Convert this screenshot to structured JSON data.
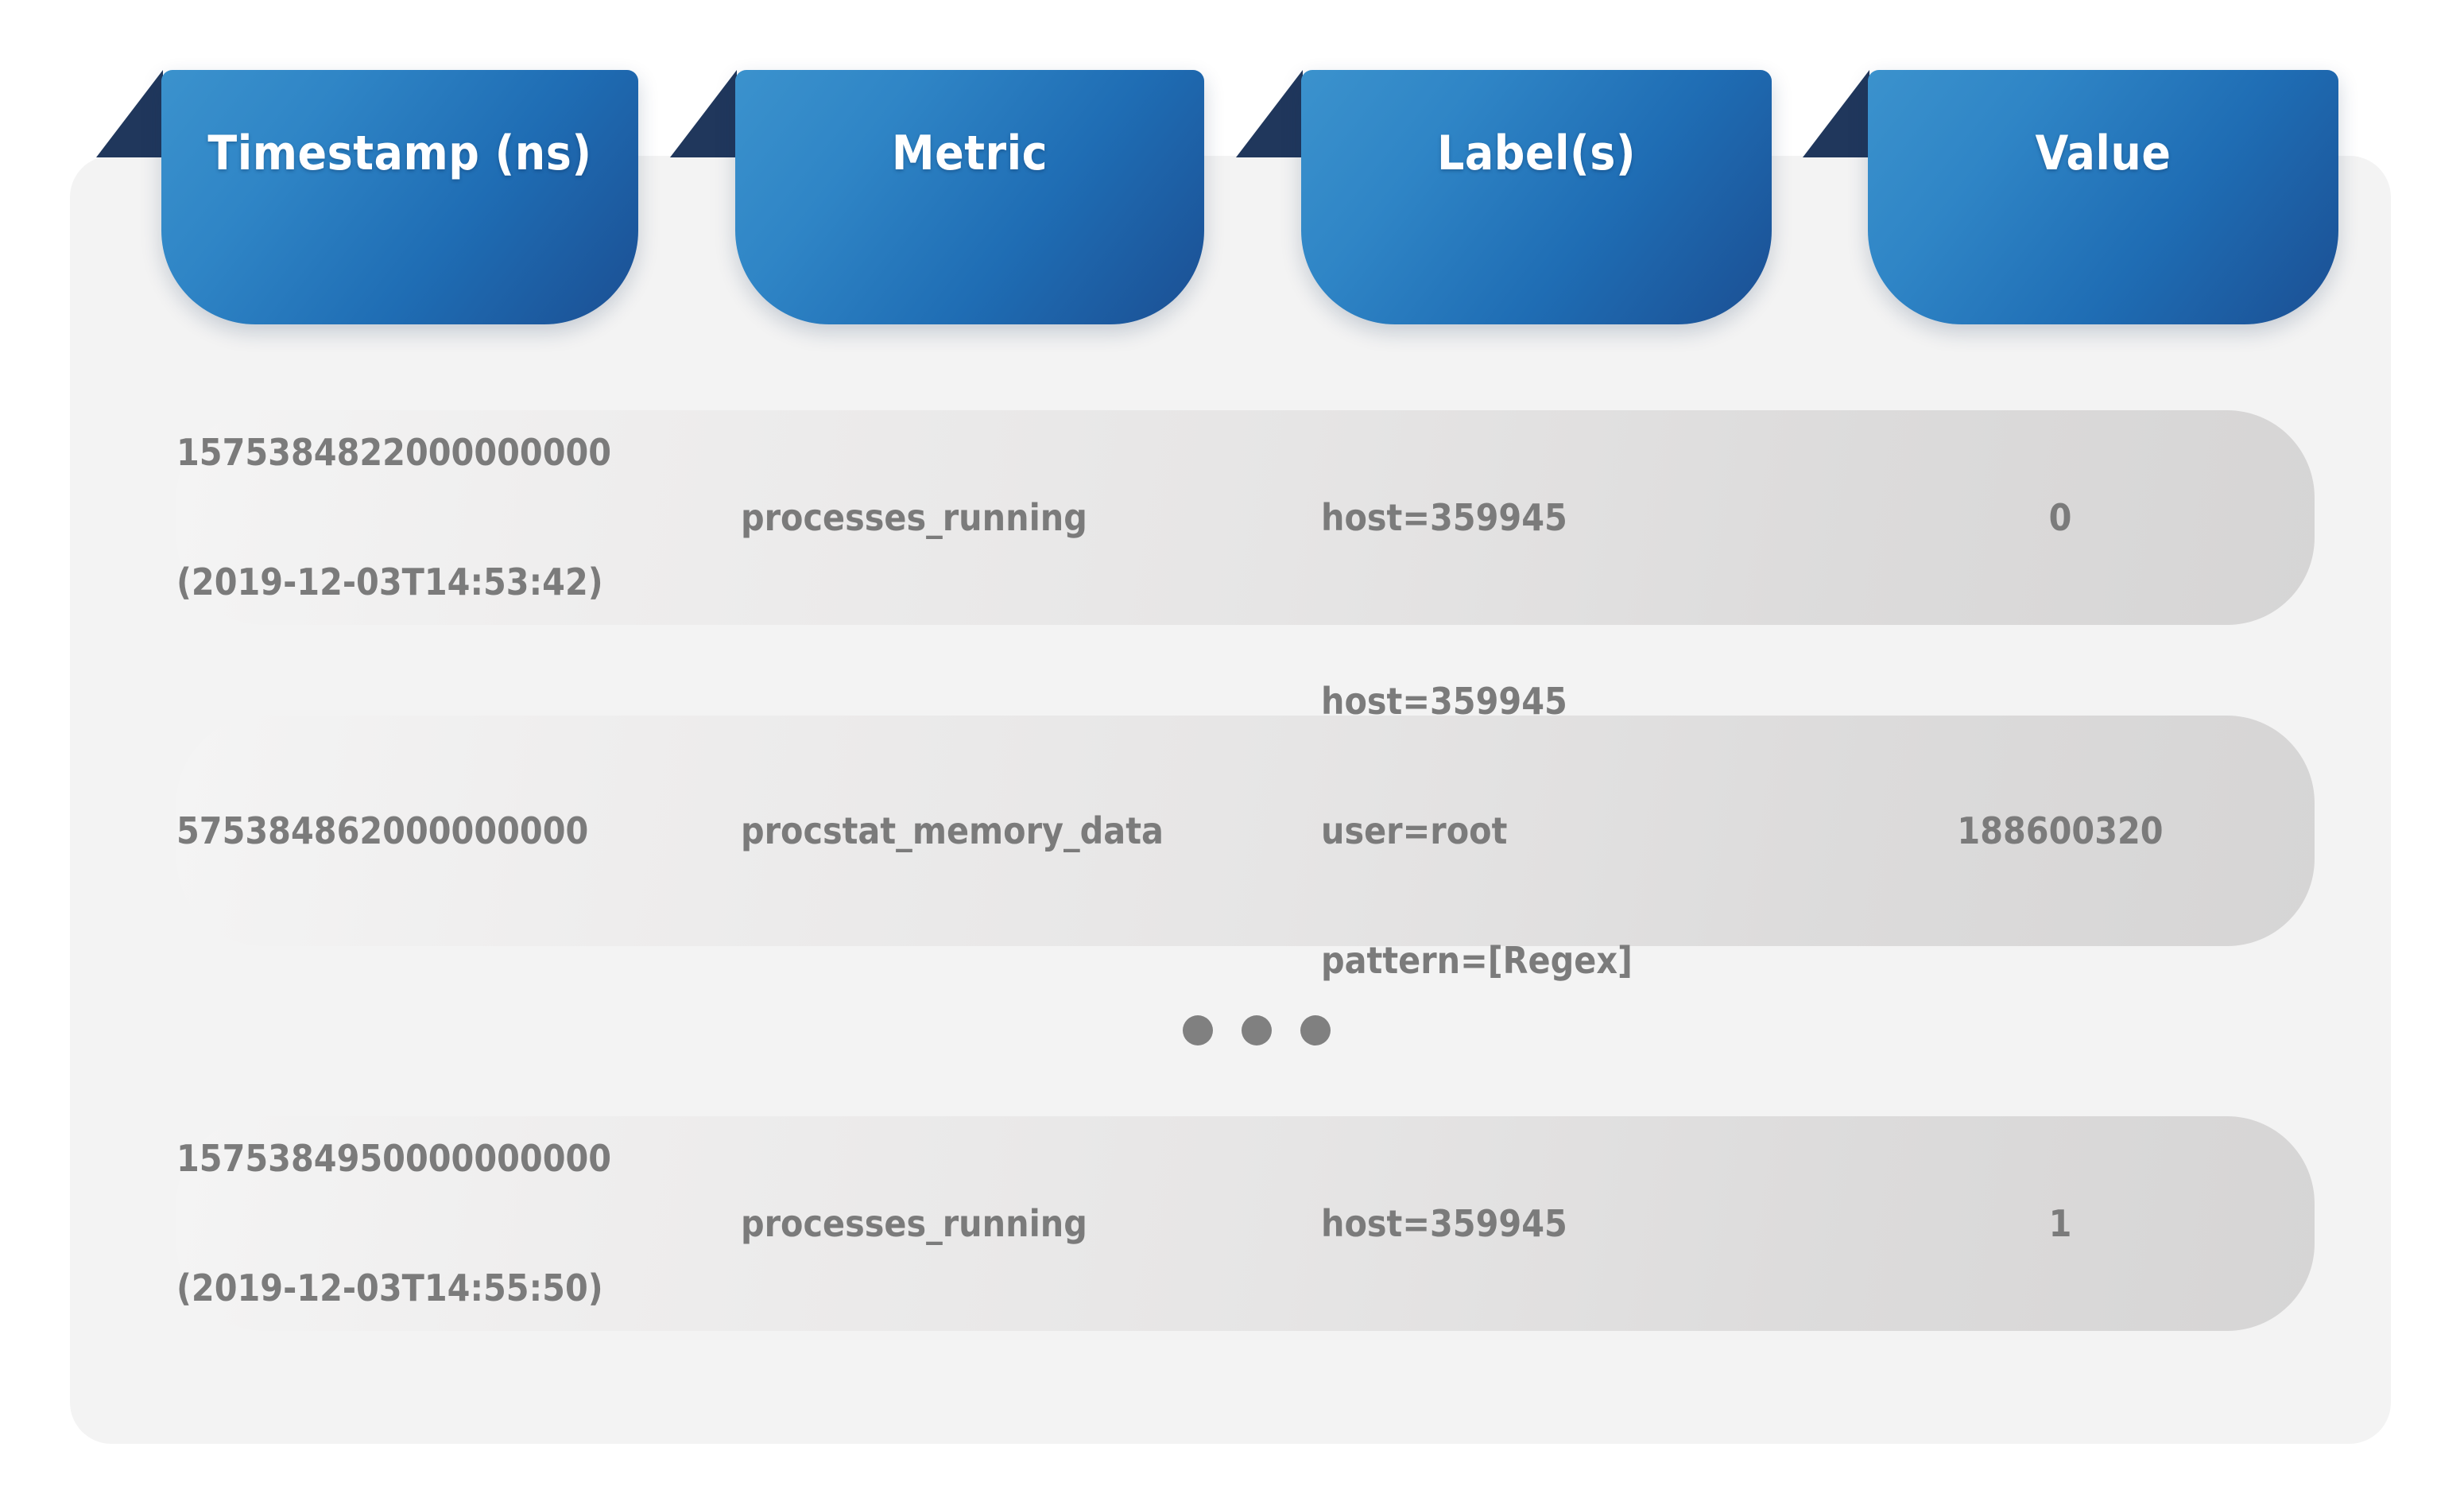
{
  "table": {
    "columns": [
      {
        "label": "Timestamp (ns)"
      },
      {
        "label": "Metric"
      },
      {
        "label": "Label(s)"
      },
      {
        "label": "Value"
      }
    ],
    "rows": [
      {
        "timestamp_ns": "1575384822000000000",
        "timestamp_iso": "(2019-12-03T14:53:42)",
        "metric": "processes_running",
        "labels": [
          "host=359945"
        ],
        "value": "0"
      },
      {
        "timestamp_ns": "575384862000000000",
        "timestamp_iso": "",
        "metric": "procstat_memory_data",
        "labels": [
          "host=359945",
          "user=root",
          "pattern=[Regex]"
        ],
        "value": "188600320"
      },
      {
        "timestamp_ns": "1575384950000000000",
        "timestamp_iso": "(2019-12-03T14:55:50)",
        "metric": "processes_running",
        "labels": [
          "host=359945"
        ],
        "value": "1"
      }
    ],
    "truncation_indicator": {
      "name": "ellipsis",
      "dots": 3
    }
  },
  "colors": {
    "header_gradient_start": "#3b92cd",
    "header_gradient_end": "#1b4f93",
    "header_fold": "#20375c",
    "card_background": "#f3f3f3",
    "row_gradient_start": "#f4f4f4",
    "row_gradient_end": "#d6d5d5",
    "text_gray": "#7b7b7b",
    "header_text": "#ffffff",
    "dot_gray": "#808080"
  }
}
